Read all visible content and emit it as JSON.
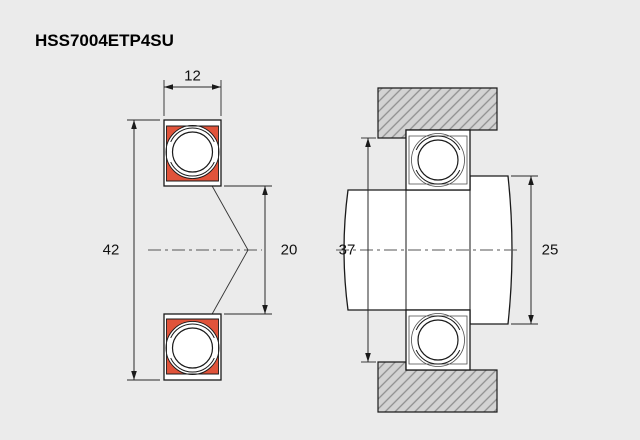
{
  "title": "HSS7004ETP4SU",
  "colors": {
    "background": "#ebebeb",
    "cage_orange": "#e0533a",
    "housing_fill": "#d3d3d3",
    "hatch_line": "#8f8f8f",
    "line": "#1a1a1a"
  },
  "views": {
    "cross_section": {
      "dims": {
        "width_mm": "12",
        "outer_diameter_mm": "42",
        "bore_diameter_mm": "20"
      }
    },
    "mounting": {
      "dims": {
        "housing_shoulder_mm": "37",
        "shaft_shoulder_mm": "25"
      }
    }
  }
}
